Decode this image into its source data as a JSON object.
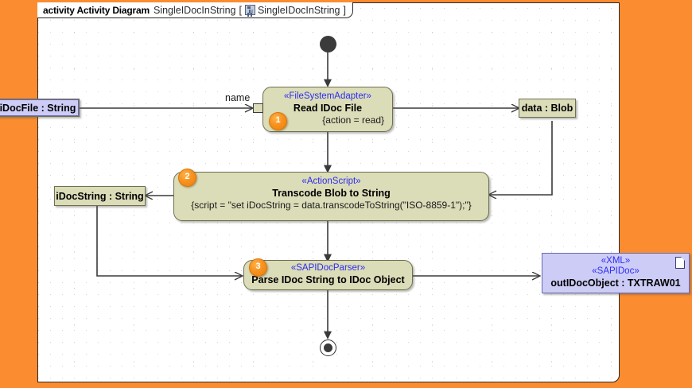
{
  "frame": {
    "keyword": "activity Activity Diagram",
    "name": "SingleIDocInString",
    "bracket_open": "[",
    "icon": "activity-diagram-icon",
    "icon_label": "SingleIDocInString",
    "bracket_close": "]"
  },
  "colors": {
    "canvas_background": "#fb8c30",
    "frame_background": "#ffffff",
    "action_fill": "#dbdcb8",
    "action_border": "#6f6f52",
    "object_lavender_fill": "#ccccf7",
    "object_lavender_border": "#6a6ab4",
    "stereotype_text": "#2d2df0",
    "badge_fill": "#f79421",
    "edge_line": "#3a3a3a"
  },
  "nodes": {
    "initial": {
      "name": "initial-node"
    },
    "final": {
      "name": "activity-final-node"
    },
    "action1": {
      "badge": "1",
      "stereotype": "«FileSystemAdapter»",
      "name": "Read IDoc File",
      "property": "{action = read}"
    },
    "action2": {
      "badge": "2",
      "stereotype": "«ActionScript»",
      "name": "Transcode Blob to String",
      "property": "{script = \"set iDocString = data.transcodeToString(\"ISO-8859-1\");\"}"
    },
    "action3": {
      "badge": "3",
      "stereotype": "«SAPIDocParser»",
      "name": "Parse IDoc String to IDoc Object"
    }
  },
  "objects": {
    "idocfile": {
      "label": "iDocFile : String"
    },
    "data_blob": {
      "label": "data : Blob"
    },
    "idocstring": {
      "label": "iDocString : String"
    },
    "outidocobject": {
      "stereotype1": "«XML»",
      "stereotype2": "«SAPIDoc»",
      "label": "outIDocObject : TXTRAW01"
    }
  },
  "pins": {
    "name_pin": {
      "label": "name"
    }
  }
}
